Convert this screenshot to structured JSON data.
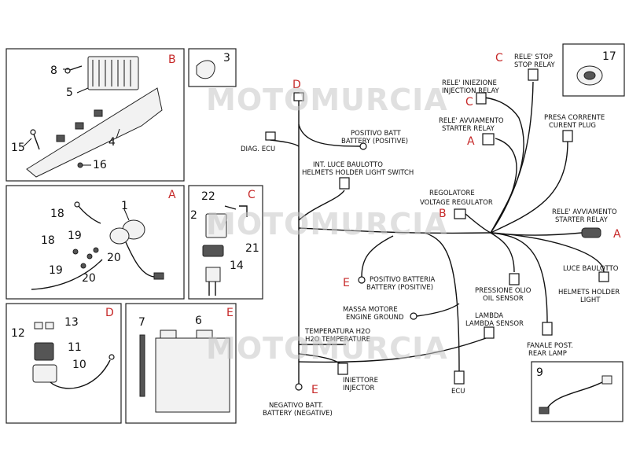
{
  "colors": {
    "letter": "#c62828",
    "ink": "#111111",
    "watermark": "#c7c7c7"
  },
  "watermark": "MOTOMURCIA",
  "panels": {
    "B": {
      "letter": "B",
      "numbers": [
        "8",
        "5",
        "4",
        "15",
        "16"
      ]
    },
    "three": {
      "number": "3"
    },
    "A": {
      "letter": "A",
      "numbers": [
        "1",
        "18",
        "19",
        "18",
        "20",
        "19",
        "20"
      ]
    },
    "C": {
      "letter": "C",
      "numbers": [
        "22",
        "2",
        "21",
        "14"
      ]
    },
    "D": {
      "letter": "D",
      "numbers": [
        "12",
        "13",
        "11",
        "10"
      ]
    },
    "E": {
      "letter": "E",
      "numbers": [
        "7",
        "6"
      ]
    },
    "seventeen": {
      "number": "17"
    },
    "nine": {
      "number": "9"
    }
  },
  "diagram": {
    "labels": {
      "diag_ecu": "DIAG. ECU",
      "pos_batt_1": "POSITIVO BATT",
      "pos_batt_2": "BATTERY (POSITIVE)",
      "int_luce_1": "INT. LUCE BAULOTTO",
      "int_luce_2": "HELMETS HOLDER LIGHT SWITCH",
      "rele_stop_1": "RELE' STOP",
      "rele_stop_2": "STOP RELAY",
      "rele_inj_1": "RELE' INIEZIONE",
      "rele_inj_2": "INJECTION RELAY",
      "rele_avv_1": "RELE' AVVIAMENTO",
      "rele_avv_2": "STARTER RELAY",
      "presa_1": "PRESA CORRENTE",
      "presa_2": "CURENT PLUG",
      "regolatore_1": "REGOLATORE",
      "regolatore_2": "VOLTAGE REGULATOR",
      "rele_avv_r_1": "RELE' AVVIAMENTO",
      "rele_avv_r_2": "STARTER RELAY",
      "pos_batteria_1": "POSITIVO BATTERIA",
      "pos_batteria_2": "BATTERY (POSITIVE)",
      "pressione_1": "PRESSIONE OLIO",
      "pressione_2": "OIL SENSOR",
      "luce_baul_1": "LUCE BAULOTTO",
      "luce_baul_2": "HELMETS HOLDER",
      "luce_baul_3": "LIGHT",
      "massa_1": "MASSA MOTORE",
      "massa_2": "ENGINE GROUND",
      "lambda_1": "LAMBDA",
      "lambda_2": "LAMBDA SENSOR",
      "temp_1": "TEMPERATURA H2O",
      "temp_2": "H2O TEMPERATURE",
      "fanale_1": "FANALE POST.",
      "fanale_2": "REAR LAMP",
      "iniettore_1": "INIETTORE",
      "iniettore_2": "INJECTOR",
      "ecu": "ECU",
      "neg_1": "NEGATIVO BATT.",
      "neg_2": "BATTERY (NEGATIVE)"
    },
    "letters": {
      "d_top": "D",
      "c_stop": "C",
      "c_inj": "C",
      "a_start": "A",
      "b_reg": "B",
      "a_right": "A",
      "e_pos": "E",
      "e_neg": "E"
    }
  }
}
